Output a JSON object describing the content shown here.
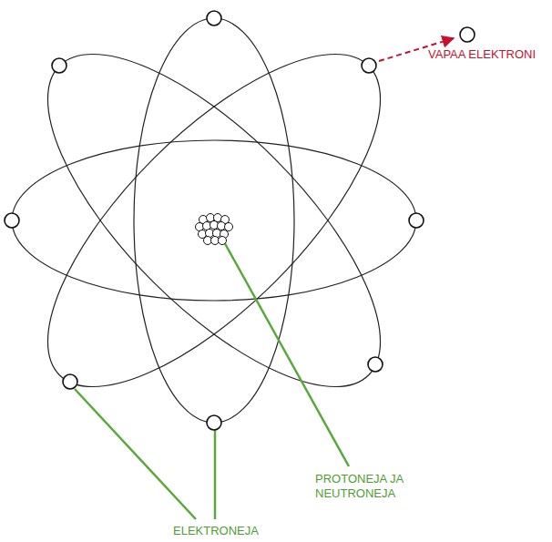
{
  "diagram": {
    "labels": [
      "VAPAA ELEKTRONI",
      "PROTONEJA JA NEUTRONEJA",
      "ELEKTRONEJA"
    ]
  }
}
